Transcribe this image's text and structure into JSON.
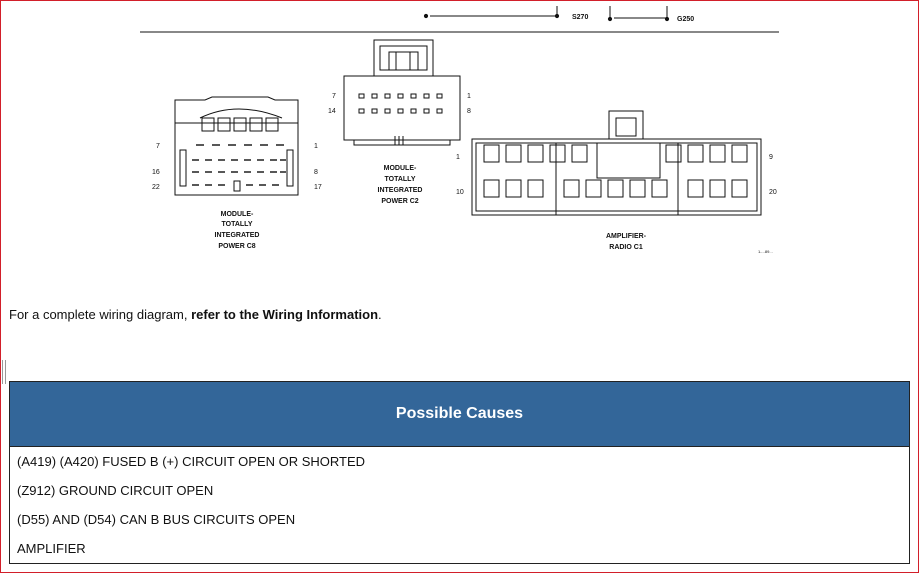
{
  "diagram": {
    "top_labels": {
      "s270": "S270",
      "g250": "G250"
    },
    "connector_c8": {
      "label": [
        "MODULE-",
        "TOTALLY",
        "INTEGRATED",
        "POWER C8"
      ],
      "pins": {
        "tl": "7",
        "tr": "1",
        "ml": "16",
        "mr": "8",
        "bl": "22",
        "br": "17"
      }
    },
    "connector_c2": {
      "label": [
        "MODULE-",
        "TOTALLY",
        "INTEGRATED",
        "POWER C2"
      ],
      "pins": {
        "tl": "7",
        "tr": "1",
        "bl": "14",
        "br": "8"
      }
    },
    "connector_radio": {
      "label": [
        "AMPLIFIER-",
        "RADIO C1"
      ],
      "pins": {
        "tl": "1",
        "tr": "9",
        "bl": "10",
        "br": "20"
      }
    },
    "figure_id": "1-...89..."
  },
  "wiring_note": {
    "prefix": "For a complete wiring diagram, ",
    "link": "refer to the Wiring Information",
    "suffix": "."
  },
  "causes": {
    "header": "Possible Causes",
    "items": [
      "(A419) (A420) FUSED B (+) CIRCUIT OPEN OR SHORTED",
      "(Z912) GROUND CIRCUIT OPEN",
      "(D55) AND (D54) CAN B BUS CIRCUITS OPEN",
      "AMPLIFIER"
    ]
  },
  "colors": {
    "header_bg": "#336699",
    "frame_border": "#d21f2a"
  }
}
